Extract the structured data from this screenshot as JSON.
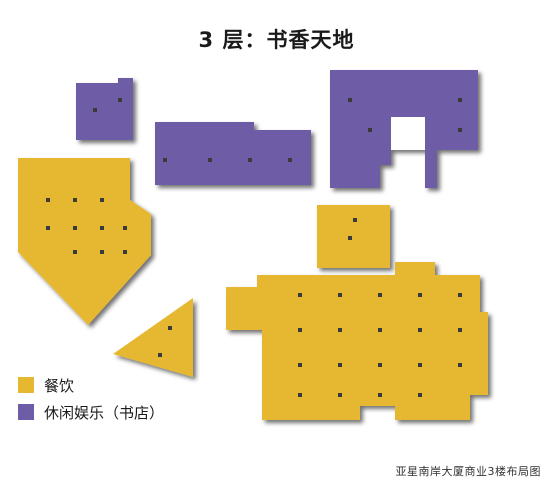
{
  "title": "3 层：书香天地",
  "legend": [
    {
      "label": "餐饮",
      "color": "#E6B830"
    },
    {
      "label": "休闲娱乐（书店）",
      "color": "#6E5CA6"
    }
  ],
  "caption": "亚星南岸大厦商业3楼布局图",
  "colors": {
    "dining": "#E6B830",
    "leisure": "#6E5CA6",
    "pillar": "#3a3a3a",
    "shadow": "#555555"
  }
}
